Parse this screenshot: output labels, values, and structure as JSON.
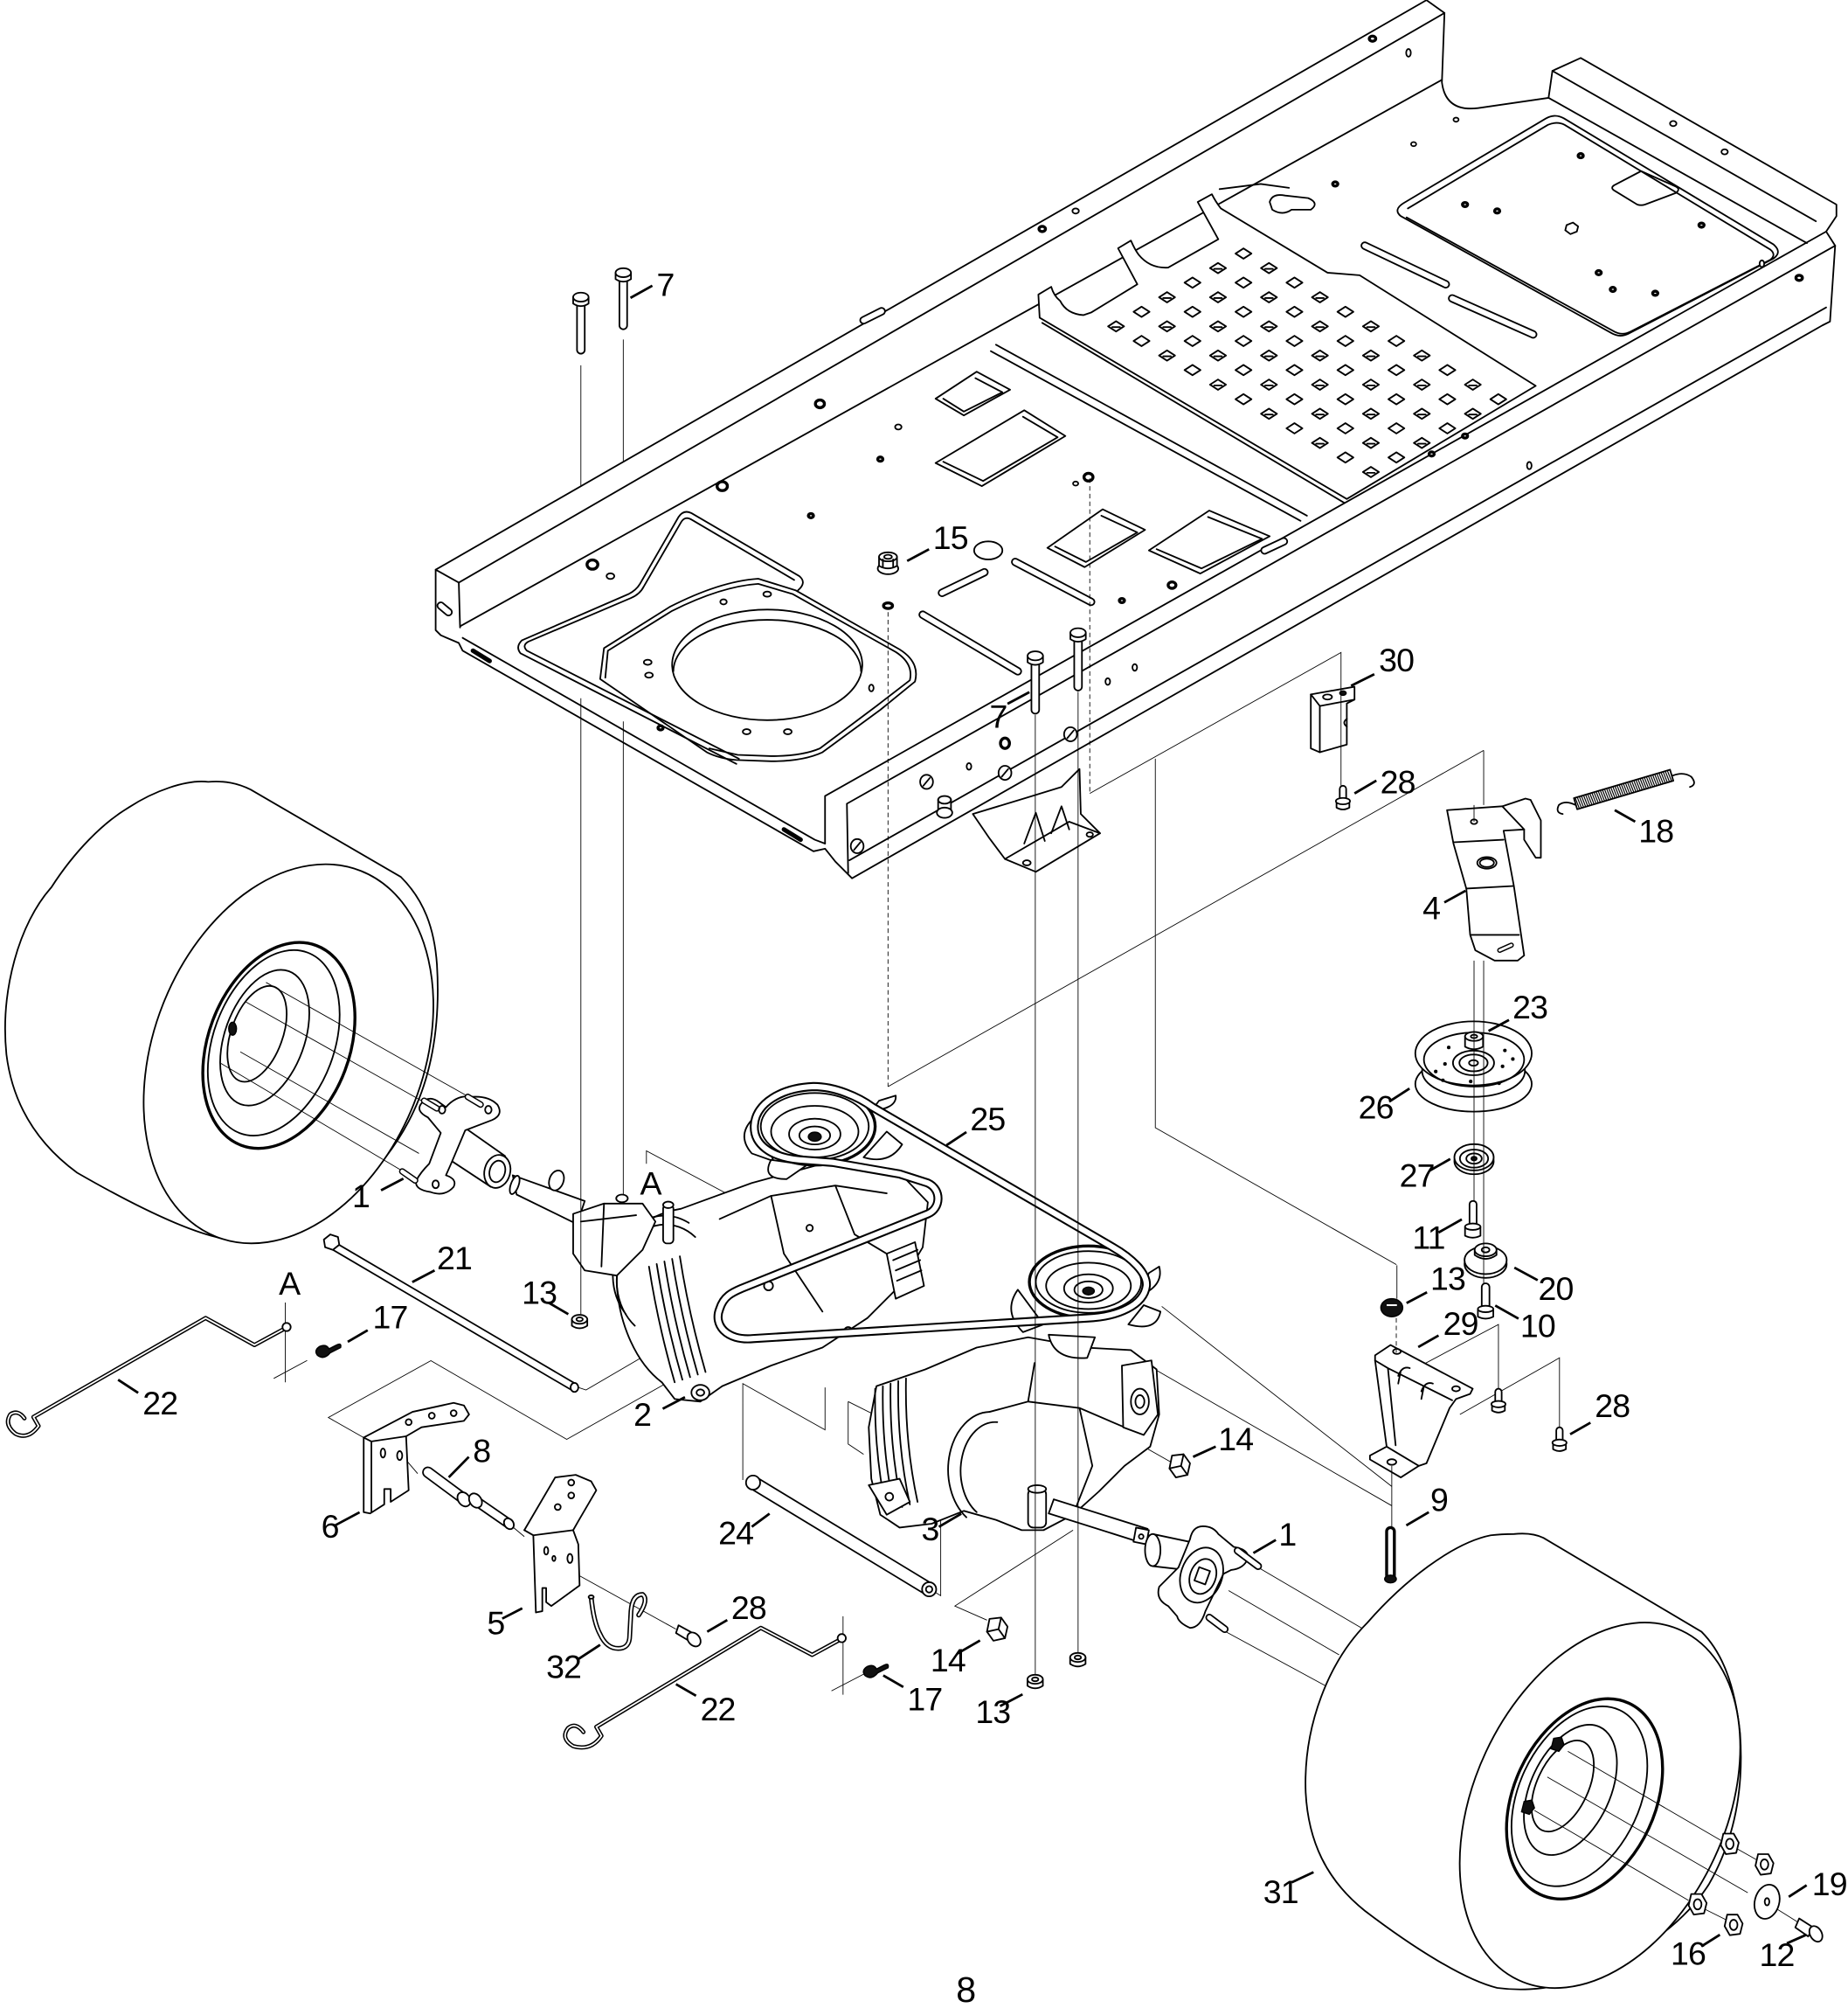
{
  "page": {
    "number": "8"
  },
  "callouts": [
    {
      "label": "7"
    },
    {
      "label": "15"
    },
    {
      "label": "30"
    },
    {
      "label": "7"
    },
    {
      "label": "28"
    },
    {
      "label": "18"
    },
    {
      "label": "4"
    },
    {
      "label": "23"
    },
    {
      "label": "25"
    },
    {
      "label": "26"
    },
    {
      "label": "27"
    },
    {
      "label": "1"
    },
    {
      "label": "A"
    },
    {
      "label": "11"
    },
    {
      "label": "13"
    },
    {
      "label": "20"
    },
    {
      "label": "21"
    },
    {
      "label": "13"
    },
    {
      "label": "17"
    },
    {
      "label": "A"
    },
    {
      "label": "10"
    },
    {
      "label": "29"
    },
    {
      "label": "22"
    },
    {
      "label": "2"
    },
    {
      "label": "28"
    },
    {
      "label": "14"
    },
    {
      "label": "8"
    },
    {
      "label": "6"
    },
    {
      "label": "9"
    },
    {
      "label": "1"
    },
    {
      "label": "24"
    },
    {
      "label": "3"
    },
    {
      "label": "5"
    },
    {
      "label": "28"
    },
    {
      "label": "14"
    },
    {
      "label": "32"
    },
    {
      "label": "22"
    },
    {
      "label": "17"
    },
    {
      "label": "13"
    },
    {
      "label": "31"
    },
    {
      "label": "19"
    },
    {
      "label": "16"
    },
    {
      "label": "12"
    }
  ]
}
